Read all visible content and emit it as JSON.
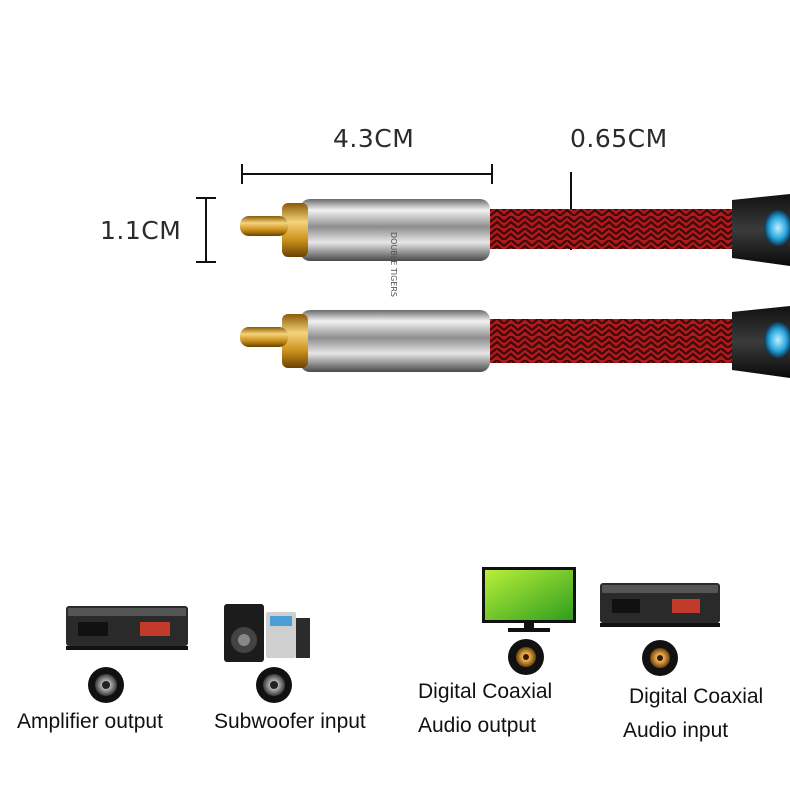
{
  "dimensions": {
    "length": "4.3CM",
    "cable_diameter": "0.65CM",
    "plug_diameter": "1.1CM"
  },
  "plug_branding": "DOUBLE TIGERS",
  "devices": [
    {
      "label": "Amplifier  output",
      "device_icon": "amplifier-icon",
      "port_icon": "rca-port-icon"
    },
    {
      "label": "Subwoofer  input",
      "device_icon": "speaker-system-icon",
      "port_icon": "rca-port-icon"
    },
    {
      "label_line1": "Digital Coaxial",
      "label_line2": "Audio output",
      "device_icon": "tv-icon",
      "port_icon": "coaxial-port-icon"
    },
    {
      "label_line1": "Digital Coaxial",
      "label_line2": "Audio input",
      "device_icon": "amplifier-icon",
      "port_icon": "coaxial-port-icon"
    }
  ],
  "colors": {
    "cable_red": "#b3191a",
    "cable_dark": "#3a0b0b",
    "gold": "#d4a02a",
    "chrome": "#c9c9c9",
    "accent_blue": "#2aa8e0"
  }
}
